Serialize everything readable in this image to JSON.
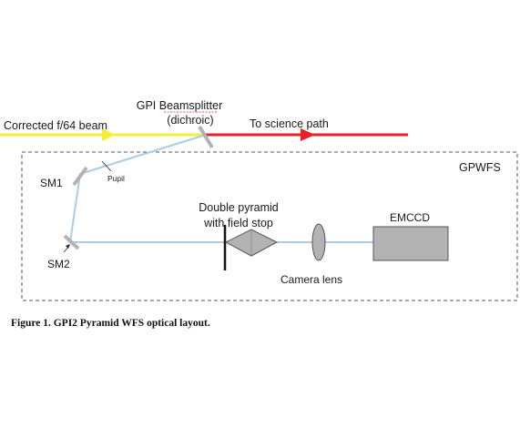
{
  "diagram": {
    "labels": {
      "beamsplitter_line1": "GPI Beamsplitter",
      "beamsplitter_line2": "(dichroic)",
      "input_beam": "Corrected f/64 beam",
      "science_path": "To science path",
      "wfs_box": "GPWFS",
      "sm1": "SM1",
      "pupil": "Pupil",
      "sm2": "SM2",
      "pyramid_line1": "Double pyramid",
      "pyramid_line2": "with field stop",
      "detector": "EMCCD",
      "camera_lens": "Camera lens"
    },
    "colors": {
      "input_beam": "#f5ef3a",
      "science_beam": "#e8202a",
      "wfs_beam": "#a9cce8",
      "optic_fill": "#b3b3b3",
      "optic_stroke": "#555555",
      "box_stroke": "#555555",
      "text": "#1a1a1a"
    }
  },
  "caption": "Figure 1. GPI2 Pyramid WFS optical layout."
}
